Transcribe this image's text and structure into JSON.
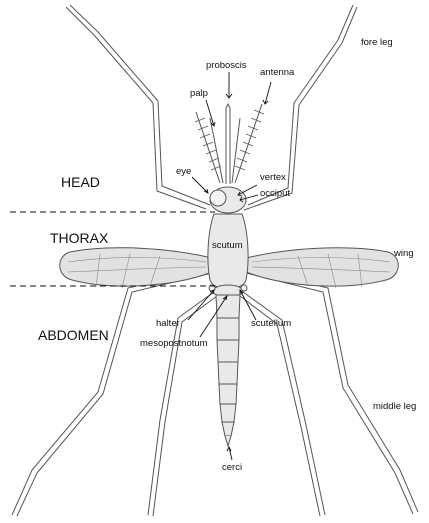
{
  "colors": {
    "body_fill": "#e9e9e9",
    "wing_fill": "#e2e2e2",
    "outline": "#555555",
    "text": "#111111"
  },
  "sections": {
    "head": "HEAD",
    "thorax": "THORAX",
    "abdomen": "ABDOMEN"
  },
  "labels": {
    "fore_leg": "fore leg",
    "proboscis": "proboscis",
    "antenna": "antenna",
    "palp": "palp",
    "eye": "eye",
    "vertex": "vertex",
    "occiput": "occiput",
    "scutum": "scutum",
    "wing": "wing",
    "halter": "halter",
    "scutellum": "scutellum",
    "mesopostnotum": "mesopostnotum",
    "middle_leg": "middle leg",
    "cerci": "cerci"
  }
}
